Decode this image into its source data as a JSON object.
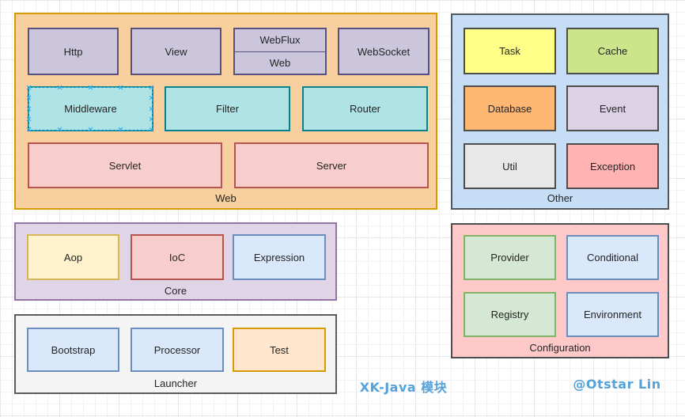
{
  "canvas": {
    "title": "XK-Java 模块",
    "credit": "@Otstar Lin"
  },
  "containers": {
    "web": {
      "label": "Web",
      "boxes": {
        "http": "Http",
        "view": "View",
        "webflux": "WebFlux",
        "web_sub": "Web",
        "websocket": "WebSocket",
        "middleware": "Middleware",
        "filter": "Filter",
        "router": "Router",
        "servlet": "Servlet",
        "server": "Server"
      }
    },
    "other": {
      "label": "Other",
      "boxes": {
        "task": "Task",
        "cache": "Cache",
        "database": "Database",
        "event": "Event",
        "util": "Util",
        "exception": "Exception"
      }
    },
    "core": {
      "label": "Core",
      "boxes": {
        "aop": "Aop",
        "ioc": "IoC",
        "expression": "Expression"
      }
    },
    "launcher": {
      "label": "Launcher",
      "boxes": {
        "bootstrap": "Bootstrap",
        "processor": "Processor",
        "test": "Test"
      }
    },
    "configuration": {
      "label": "Configuration",
      "boxes": {
        "provider": "Provider",
        "conditional": "Conditional",
        "registry": "Registry",
        "environment": "Environment"
      }
    }
  },
  "selection": {
    "selected_node": "Middleware"
  },
  "colors": {
    "web_container": "#f8cf9f",
    "other_container": "#c5def5",
    "core_container": "#e0d5e7",
    "launcher_container": "#f4f4f4",
    "configuration_container": "#ffc9c9",
    "lavender_node": "#ccc6dd",
    "teal_node": "#b0e3e6",
    "pink_node": "#f8cecc",
    "task_yellow": "#ffff88",
    "cache_green": "#cce58a",
    "database_orange": "#ffb873",
    "accent_text_blue": "#55a1da",
    "selection_blue": "#2fa9e8"
  }
}
